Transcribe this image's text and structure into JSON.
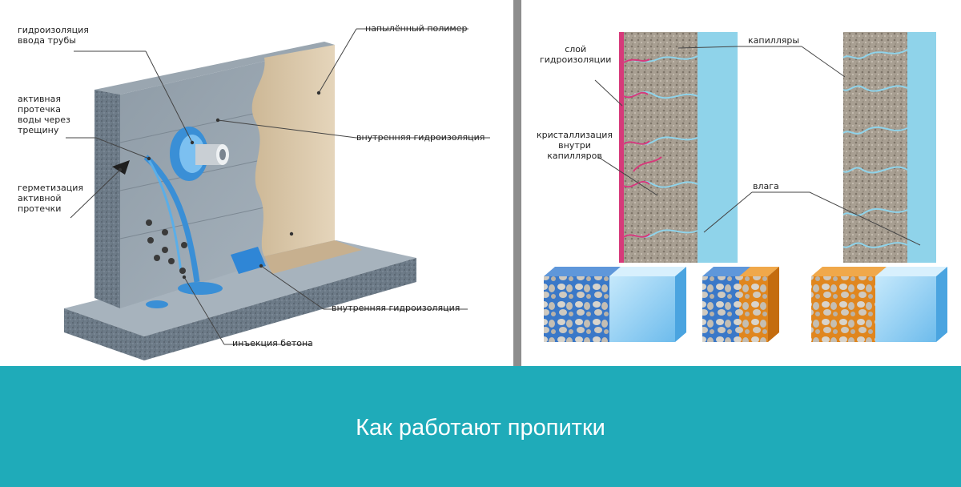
{
  "left_diagram": {
    "labels": {
      "pipe_waterproofing": "гидроизоляция\nввода трубы",
      "active_leak": "активная\nпротечка\nводы через\nтрещину",
      "leak_sealing": "герметизация\nактивной\nпротечки",
      "sprayed_polymer": "напылённый полимер",
      "internal_waterproofing_top": "внутренняя гидроизоляция",
      "internal_waterproofing_bottom": "внутренняя гидроизоляция",
      "concrete_injection": "инъекция бетона"
    }
  },
  "right_diagram": {
    "labels": {
      "waterproofing_layer": "слой\nгидроизоляции",
      "capillaries": "капилляры",
      "crystallization": "кристаллизация\nвнутри\nкапилляров",
      "moisture": "влага"
    }
  },
  "caption": "Как работают пропитки",
  "colors": {
    "banner": "#1fabb9",
    "divider": "#8d8d8d",
    "concrete": "#6f7f8c",
    "polymer": "#d9c6a8",
    "water": "#3a8fd6",
    "membrane": "#d63a7a",
    "capillary": "#8fd3ea",
    "crystal": "#e0861e"
  }
}
